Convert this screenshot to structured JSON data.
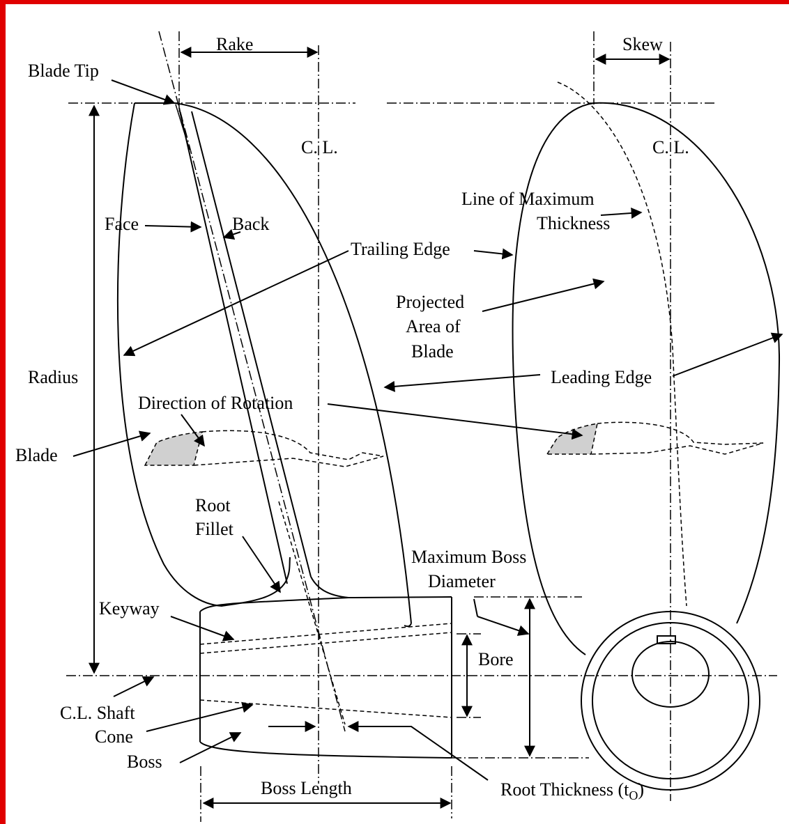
{
  "frame_color": "#e00000",
  "shade_color": "#d0d0d0",
  "labels": {
    "rake": "Rake",
    "skew": "Skew",
    "blade_tip": "Blade Tip",
    "cl_left": "C. L.",
    "cl_right": "C. L.",
    "line_of_max_1": "Line of Maximum",
    "line_of_max_2": "Thickness",
    "face": "Face",
    "back": "Back",
    "trailing_edge": "Trailing Edge",
    "projected_1": "Projected",
    "projected_2": "Area of",
    "projected_3": "Blade",
    "radius": "Radius",
    "leading_edge": "Leading Edge",
    "direction_of_rotation": "Direction of Rotation",
    "blade": "Blade",
    "root_1": "Root",
    "root_2": "Fillet",
    "max_boss_1": "Maximum Boss",
    "max_boss_2": "Diameter",
    "keyway": "Keyway",
    "bore": "Bore",
    "cl_shaft": "C.L. Shaft",
    "cone": "Cone",
    "boss": "Boss",
    "boss_length": "Boss Length",
    "root_thickness": "Root Thickness (t",
    "root_thickness_sub": "O",
    "root_thickness_close": ")"
  }
}
